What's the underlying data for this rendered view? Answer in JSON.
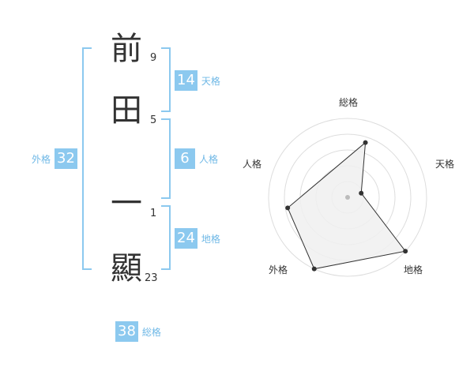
{
  "name": {
    "chars": [
      {
        "char": "前",
        "strokes": "9"
      },
      {
        "char": "田",
        "strokes": "5"
      },
      {
        "char": "一",
        "strokes": "1"
      },
      {
        "char": "顯",
        "strokes": "23"
      }
    ]
  },
  "scores": {
    "tenkaku": {
      "value": "14",
      "label": "天格"
    },
    "jinkaku": {
      "value": "6",
      "label": "人格"
    },
    "chikaku": {
      "value": "24",
      "label": "地格"
    },
    "gaikaku": {
      "value": "32",
      "label": "外格"
    },
    "soukaku": {
      "value": "38",
      "label": "総格"
    }
  },
  "colors": {
    "accent": "#8cc9ef",
    "accent_text": "#6fb8e6",
    "radar_fill": "#f0f0f0",
    "grid": "#dddddd"
  },
  "chart_data": {
    "type": "radar",
    "axes": [
      "総格",
      "天格",
      "地格",
      "外格",
      "人格"
    ],
    "values": [
      38,
      14,
      24,
      32,
      6
    ],
    "rmax": 45,
    "rings": 5,
    "angles_deg": [
      -72,
      -17,
      43,
      115,
      170
    ],
    "ratios": [
      0.73,
      0.18,
      1.0,
      1.0,
      0.77
    ]
  }
}
